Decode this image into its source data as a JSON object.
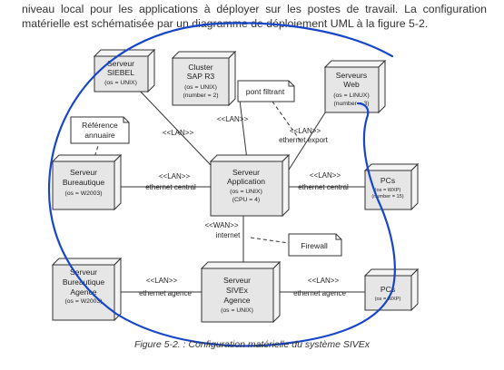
{
  "intro": {
    "line1": "niveau local pour les applications à déployer sur les postes de travail. La configuration",
    "line2": "matérielle est schématisée par un diagramme de déploiement UML à la figure 5-2."
  },
  "nodes": {
    "siebel": {
      "title": [
        "Serveur",
        "SIEBEL"
      ],
      "props": [
        "(os = UNIX)"
      ]
    },
    "sap": {
      "title": [
        "Cluster",
        "SAP R3"
      ],
      "props": [
        "(os = UNIX)",
        "(number = 2)"
      ]
    },
    "web": {
      "title": [
        "Serveurs",
        "Web"
      ],
      "props": [
        "(os = LINUX)",
        "(number = 3)"
      ]
    },
    "bureautique": {
      "title": [
        "Serveur",
        "Bureautique"
      ],
      "props": [
        "(os = W2003)"
      ]
    },
    "application": {
      "title": [
        "Serveur",
        "Application"
      ],
      "props": [
        "(os = UNIX)",
        "(CPU = 4)"
      ]
    },
    "pcs_central": {
      "title": [
        "PCs"
      ],
      "props": [
        "(os = WXP)",
        "(number = 15)"
      ]
    },
    "bureautique_agence": {
      "title": [
        "Serveur",
        "Bureautique",
        "Agence"
      ],
      "props": [
        "(os = W2003)"
      ]
    },
    "sivex_agence": {
      "title": [
        "Serveur",
        "SIVEx",
        "Agence"
      ],
      "props": [
        "(os = UNIX)"
      ]
    },
    "pcs_agence": {
      "title": [
        "PCs"
      ],
      "props": [
        "(os = WXP)"
      ]
    }
  },
  "notes": {
    "annuaire": [
      "Référence",
      "annuaire"
    ],
    "filtrant": [
      "pont filtrant"
    ],
    "firewall": [
      "Firewall"
    ]
  },
  "links": {
    "lan_siebel": "<<LAN>>",
    "lan_sap": "<<LAN>>",
    "lan_web": [
      "<<LAN>>",
      "ethernet export"
    ],
    "lan_bureautique": [
      "<<LAN>>",
      "ethernet central"
    ],
    "lan_pcs": [
      "<<LAN>>",
      "ethernet central"
    ],
    "wan": [
      "<<WAN>>",
      "internet"
    ],
    "lan_agence_left": [
      "<<LAN>>",
      "ethernet agence"
    ],
    "lan_agence_right": [
      "<<LAN>>",
      "ethernet agence"
    ]
  },
  "caption": "Figure 5-2. : Configuration matérielle du système SIVEx",
  "colors": {
    "ink": "#333333",
    "node_fill": "#e6e6e6",
    "scribble": "#1746c8"
  }
}
